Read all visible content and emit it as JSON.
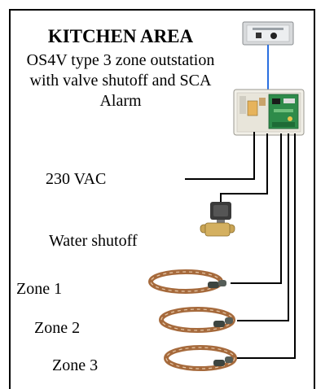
{
  "title": "KITCHEN AREA",
  "description": "OS4V type 3 zone outstation with valve shutoff and SCA Alarm",
  "labels": {
    "power": "230 VAC",
    "water": "Water shutoff",
    "zone1": "Zone 1",
    "zone2": "Zone 2",
    "zone3": "Zone 3"
  },
  "colors": {
    "link": "#2a6fe0",
    "line": "#000000",
    "cable_copper": "#a66a3c",
    "board": "#2e8b4a"
  }
}
